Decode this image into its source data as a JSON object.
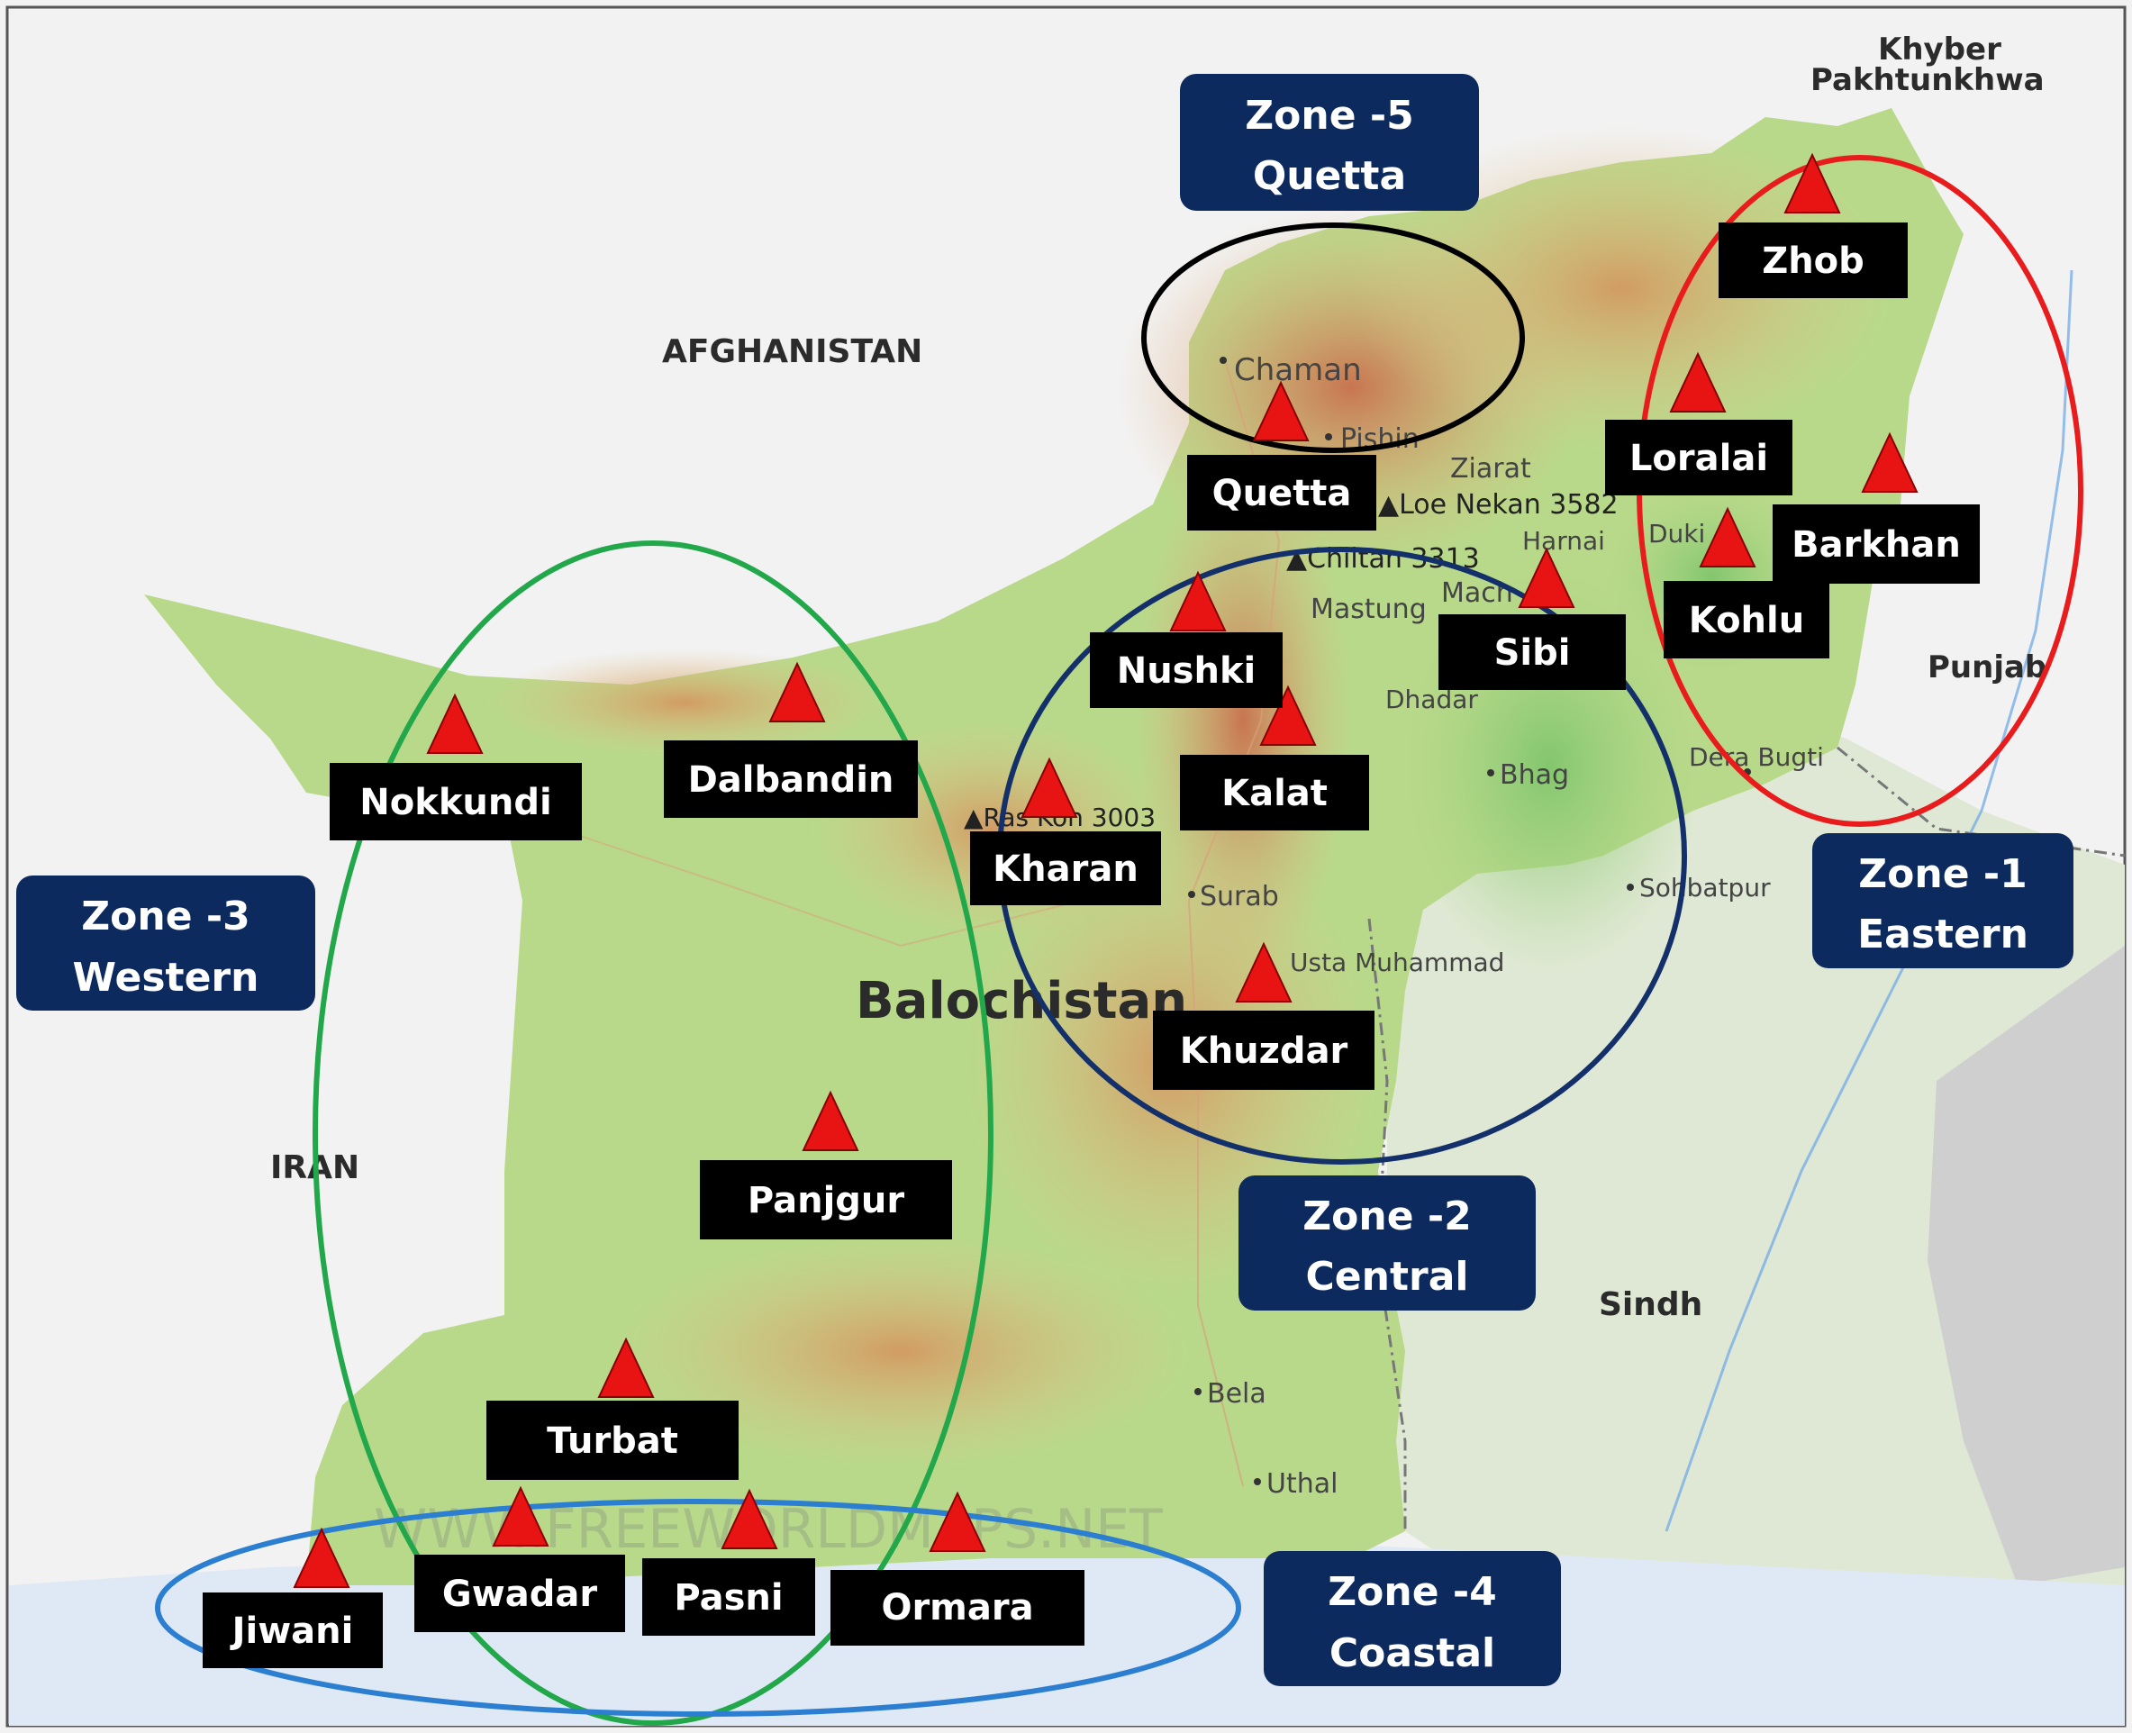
{
  "map": {
    "province_label": "Balochistan",
    "watermark": "WWW.FREEWORLDMAPS.NET",
    "colors": {
      "lowland": "#b9d98a",
      "upland": "#e3c58c",
      "mountain": "#d98d62",
      "plain_green": "#8fcc7a",
      "outside": "#f2f2f2",
      "sea": "#dfe9f6",
      "station_box": "#000000",
      "zone_box": "#0d2a5e",
      "triangle": "#e81414"
    },
    "regions": {
      "afghanistan": "AFGHANISTAN",
      "iran": "IRAN",
      "khyber": "Khyber",
      "pakhtunkhwa": "Pakhtunkhwa",
      "punjab": "Punjab",
      "sindh": "Sindh"
    },
    "places": {
      "chaman": "Chaman",
      "pishin": "Pishin",
      "ziarat": "Ziarat",
      "harnai": "Harnai",
      "duki": "Duki",
      "mastung": "Mastung",
      "mach": "Mach",
      "dhadar": "Dhadar",
      "bhag": "Bhag",
      "dera_bugti": "Dera Bugti",
      "surab": "Surab",
      "sohbatpur": "Sohbatpur",
      "usta_muhammad": "Usta Muhammad",
      "bela": "Bela",
      "uthal": "Uthal"
    },
    "peaks": {
      "loe_nekan": "Loe Nekan 3582",
      "chiltan": "Chiltan 3313",
      "ras_koh": "Ras Koh 3003"
    },
    "stations": {
      "zhob": "Zhob",
      "loralai": "Loralai",
      "barkhan": "Barkhan",
      "kohlu": "Kohlu",
      "quetta": "Quetta",
      "nushki": "Nushki",
      "sibi": "Sibi",
      "kalat": "Kalat",
      "kharan": "Kharan",
      "khuzdar": "Khuzdar",
      "nokkundi": "Nokkundi",
      "dalbandin": "Dalbandin",
      "panjgur": "Panjgur",
      "turbat": "Turbat",
      "jiwani": "Jiwani",
      "gwadar": "Gwadar",
      "pasni": "Pasni",
      "ormara": "Ormara"
    },
    "zones": {
      "zone1": {
        "line1": "Zone -1",
        "line2": "Eastern",
        "ring_color": "#e81c1c"
      },
      "zone2": {
        "line1": "Zone -2",
        "line2": "Central",
        "ring_color": "#13306b"
      },
      "zone3": {
        "line1": "Zone -3",
        "line2": "Western",
        "ring_color": "#22a84a"
      },
      "zone4": {
        "line1": "Zone -4",
        "line2": "Coastal",
        "ring_color": "#2c7fd0"
      },
      "zone5": {
        "line1": "Zone -5",
        "line2": "Quetta",
        "ring_color": "#000000"
      }
    }
  }
}
